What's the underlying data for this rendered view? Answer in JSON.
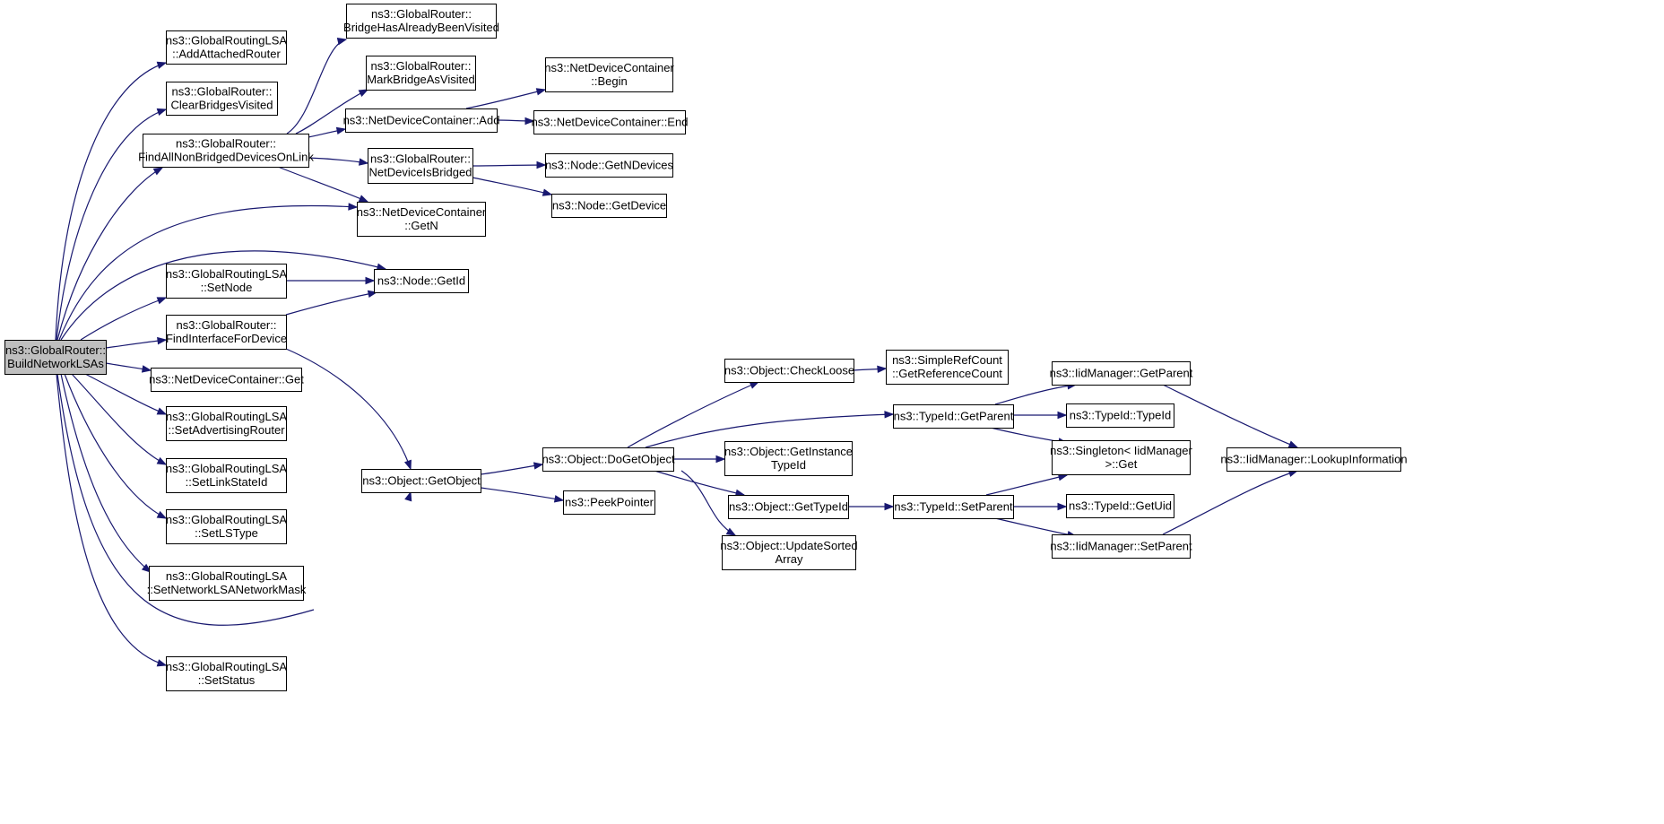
{
  "diagram": {
    "kind": "call-graph",
    "edge_color": "#191970",
    "root_fill": "#bfbfbf",
    "node_fill": "#ffffff",
    "nodes": [
      {
        "id": "build",
        "lines": [
          "ns3::GlobalRouter::",
          "BuildNetworkLSAs"
        ],
        "root": true
      },
      {
        "id": "addAttached",
        "lines": [
          "ns3::GlobalRoutingLSA",
          "::AddAttachedRouter"
        ]
      },
      {
        "id": "clearBridges",
        "lines": [
          "ns3::GlobalRouter::",
          "ClearBridgesVisited"
        ]
      },
      {
        "id": "findAllNonBridged",
        "lines": [
          "ns3::GlobalRouter::",
          "FindAllNonBridgedDevicesOnLink"
        ]
      },
      {
        "id": "setNode",
        "lines": [
          "ns3::GlobalRoutingLSA",
          "::SetNode"
        ]
      },
      {
        "id": "findInterface",
        "lines": [
          "ns3::GlobalRouter::",
          "FindInterfaceForDevice"
        ]
      },
      {
        "id": "ndcGet",
        "lines": [
          "ns3::NetDeviceContainer::Get"
        ]
      },
      {
        "id": "setAdvRouter",
        "lines": [
          "ns3::GlobalRoutingLSA",
          "::SetAdvertisingRouter"
        ]
      },
      {
        "id": "setLinkStateId",
        "lines": [
          "ns3::GlobalRoutingLSA",
          "::SetLinkStateId"
        ]
      },
      {
        "id": "setLSType",
        "lines": [
          "ns3::GlobalRoutingLSA",
          "::SetLSType"
        ]
      },
      {
        "id": "setNetMask",
        "lines": [
          "ns3::GlobalRoutingLSA",
          "::SetNetworkLSANetworkMask"
        ]
      },
      {
        "id": "setStatus",
        "lines": [
          "ns3::GlobalRoutingLSA",
          "::SetStatus"
        ]
      },
      {
        "id": "bridgeVisited",
        "lines": [
          "ns3::GlobalRouter::",
          "BridgeHasAlreadyBeenVisited"
        ]
      },
      {
        "id": "markBridge",
        "lines": [
          "ns3::GlobalRouter::",
          "MarkBridgeAsVisited"
        ]
      },
      {
        "id": "ndcAdd",
        "lines": [
          "ns3::NetDeviceContainer::Add"
        ]
      },
      {
        "id": "netDevBridged",
        "lines": [
          "ns3::GlobalRouter::",
          "NetDeviceIsBridged"
        ]
      },
      {
        "id": "ndcGetN",
        "lines": [
          "ns3::NetDeviceContainer",
          "::GetN"
        ]
      },
      {
        "id": "nodeGetId",
        "lines": [
          "ns3::Node::GetId"
        ]
      },
      {
        "id": "objGetObject",
        "lines": [
          "ns3::Object::GetObject"
        ]
      },
      {
        "id": "ndcBegin",
        "lines": [
          "ns3::NetDeviceContainer",
          "::Begin"
        ]
      },
      {
        "id": "ndcEnd",
        "lines": [
          "ns3::NetDeviceContainer::End"
        ]
      },
      {
        "id": "nodeGetNDevices",
        "lines": [
          "ns3::Node::GetNDevices"
        ]
      },
      {
        "id": "nodeGetDevice",
        "lines": [
          "ns3::Node::GetDevice"
        ]
      },
      {
        "id": "objDoGetObject",
        "lines": [
          "ns3::Object::DoGetObject"
        ]
      },
      {
        "id": "peekPointer",
        "lines": [
          "ns3::PeekPointer"
        ]
      },
      {
        "id": "objCheckLoose",
        "lines": [
          "ns3::Object::CheckLoose"
        ]
      },
      {
        "id": "objGetInstanceTypeId",
        "lines": [
          "ns3::Object::GetInstance",
          "TypeId"
        ]
      },
      {
        "id": "objGetTypeId",
        "lines": [
          "ns3::Object::GetTypeId"
        ]
      },
      {
        "id": "objUpdateSorted",
        "lines": [
          "ns3::Object::UpdateSorted",
          "Array"
        ]
      },
      {
        "id": "srcGetRefCount",
        "lines": [
          "ns3::SimpleRefCount",
          "::GetReferenceCount"
        ]
      },
      {
        "id": "typeIdGetParent",
        "lines": [
          "ns3::TypeId::GetParent"
        ]
      },
      {
        "id": "typeIdSetParent",
        "lines": [
          "ns3::TypeId::SetParent"
        ]
      },
      {
        "id": "iidGetParent",
        "lines": [
          "ns3::IidManager::GetParent"
        ]
      },
      {
        "id": "typeIdTypeId",
        "lines": [
          "ns3::TypeId::TypeId"
        ]
      },
      {
        "id": "singletonGet",
        "lines": [
          "ns3::Singleton< IidManager",
          ">::Get"
        ]
      },
      {
        "id": "typeIdGetUid",
        "lines": [
          "ns3::TypeId::GetUid"
        ]
      },
      {
        "id": "iidSetParent",
        "lines": [
          "ns3::IidManager::SetParent"
        ]
      },
      {
        "id": "iidLookup",
        "lines": [
          "ns3::IidManager::LookupInformation"
        ]
      }
    ],
    "edges": [
      {
        "from": "build",
        "to": "addAttached"
      },
      {
        "from": "build",
        "to": "clearBridges"
      },
      {
        "from": "build",
        "to": "findAllNonBridged"
      },
      {
        "from": "build",
        "to": "ndcGetN"
      },
      {
        "from": "build",
        "to": "nodeGetId"
      },
      {
        "from": "build",
        "to": "setNode"
      },
      {
        "from": "build",
        "to": "findInterface"
      },
      {
        "from": "build",
        "to": "ndcGet"
      },
      {
        "from": "build",
        "to": "setAdvRouter"
      },
      {
        "from": "build",
        "to": "setLinkStateId"
      },
      {
        "from": "build",
        "to": "setLSType"
      },
      {
        "from": "build",
        "to": "setNetMask"
      },
      {
        "from": "build",
        "to": "objGetObject"
      },
      {
        "from": "build",
        "to": "setStatus"
      },
      {
        "from": "findAllNonBridged",
        "to": "bridgeVisited"
      },
      {
        "from": "findAllNonBridged",
        "to": "markBridge"
      },
      {
        "from": "findAllNonBridged",
        "to": "ndcAdd"
      },
      {
        "from": "findAllNonBridged",
        "to": "netDevBridged"
      },
      {
        "from": "findAllNonBridged",
        "to": "ndcGetN"
      },
      {
        "from": "ndcAdd",
        "to": "ndcBegin"
      },
      {
        "from": "ndcAdd",
        "to": "ndcEnd"
      },
      {
        "from": "netDevBridged",
        "to": "nodeGetNDevices"
      },
      {
        "from": "netDevBridged",
        "to": "nodeGetDevice"
      },
      {
        "from": "setNode",
        "to": "nodeGetId"
      },
      {
        "from": "findInterface",
        "to": "nodeGetId"
      },
      {
        "from": "findInterface",
        "to": "objGetObject"
      },
      {
        "from": "objGetObject",
        "to": "objDoGetObject"
      },
      {
        "from": "objGetObject",
        "to": "peekPointer"
      },
      {
        "from": "objDoGetObject",
        "to": "objCheckLoose"
      },
      {
        "from": "objDoGetObject",
        "to": "typeIdGetParent"
      },
      {
        "from": "objDoGetObject",
        "to": "objGetInstanceTypeId"
      },
      {
        "from": "objDoGetObject",
        "to": "objGetTypeId"
      },
      {
        "from": "objDoGetObject",
        "to": "objUpdateSorted"
      },
      {
        "from": "objCheckLoose",
        "to": "srcGetRefCount"
      },
      {
        "from": "objGetTypeId",
        "to": "typeIdSetParent"
      },
      {
        "from": "typeIdGetParent",
        "to": "iidGetParent"
      },
      {
        "from": "typeIdGetParent",
        "to": "typeIdTypeId"
      },
      {
        "from": "typeIdGetParent",
        "to": "singletonGet"
      },
      {
        "from": "typeIdSetParent",
        "to": "singletonGet"
      },
      {
        "from": "typeIdSetParent",
        "to": "typeIdGetUid"
      },
      {
        "from": "typeIdSetParent",
        "to": "iidSetParent"
      },
      {
        "from": "iidGetParent",
        "to": "iidLookup"
      },
      {
        "from": "iidSetParent",
        "to": "iidLookup"
      }
    ]
  }
}
